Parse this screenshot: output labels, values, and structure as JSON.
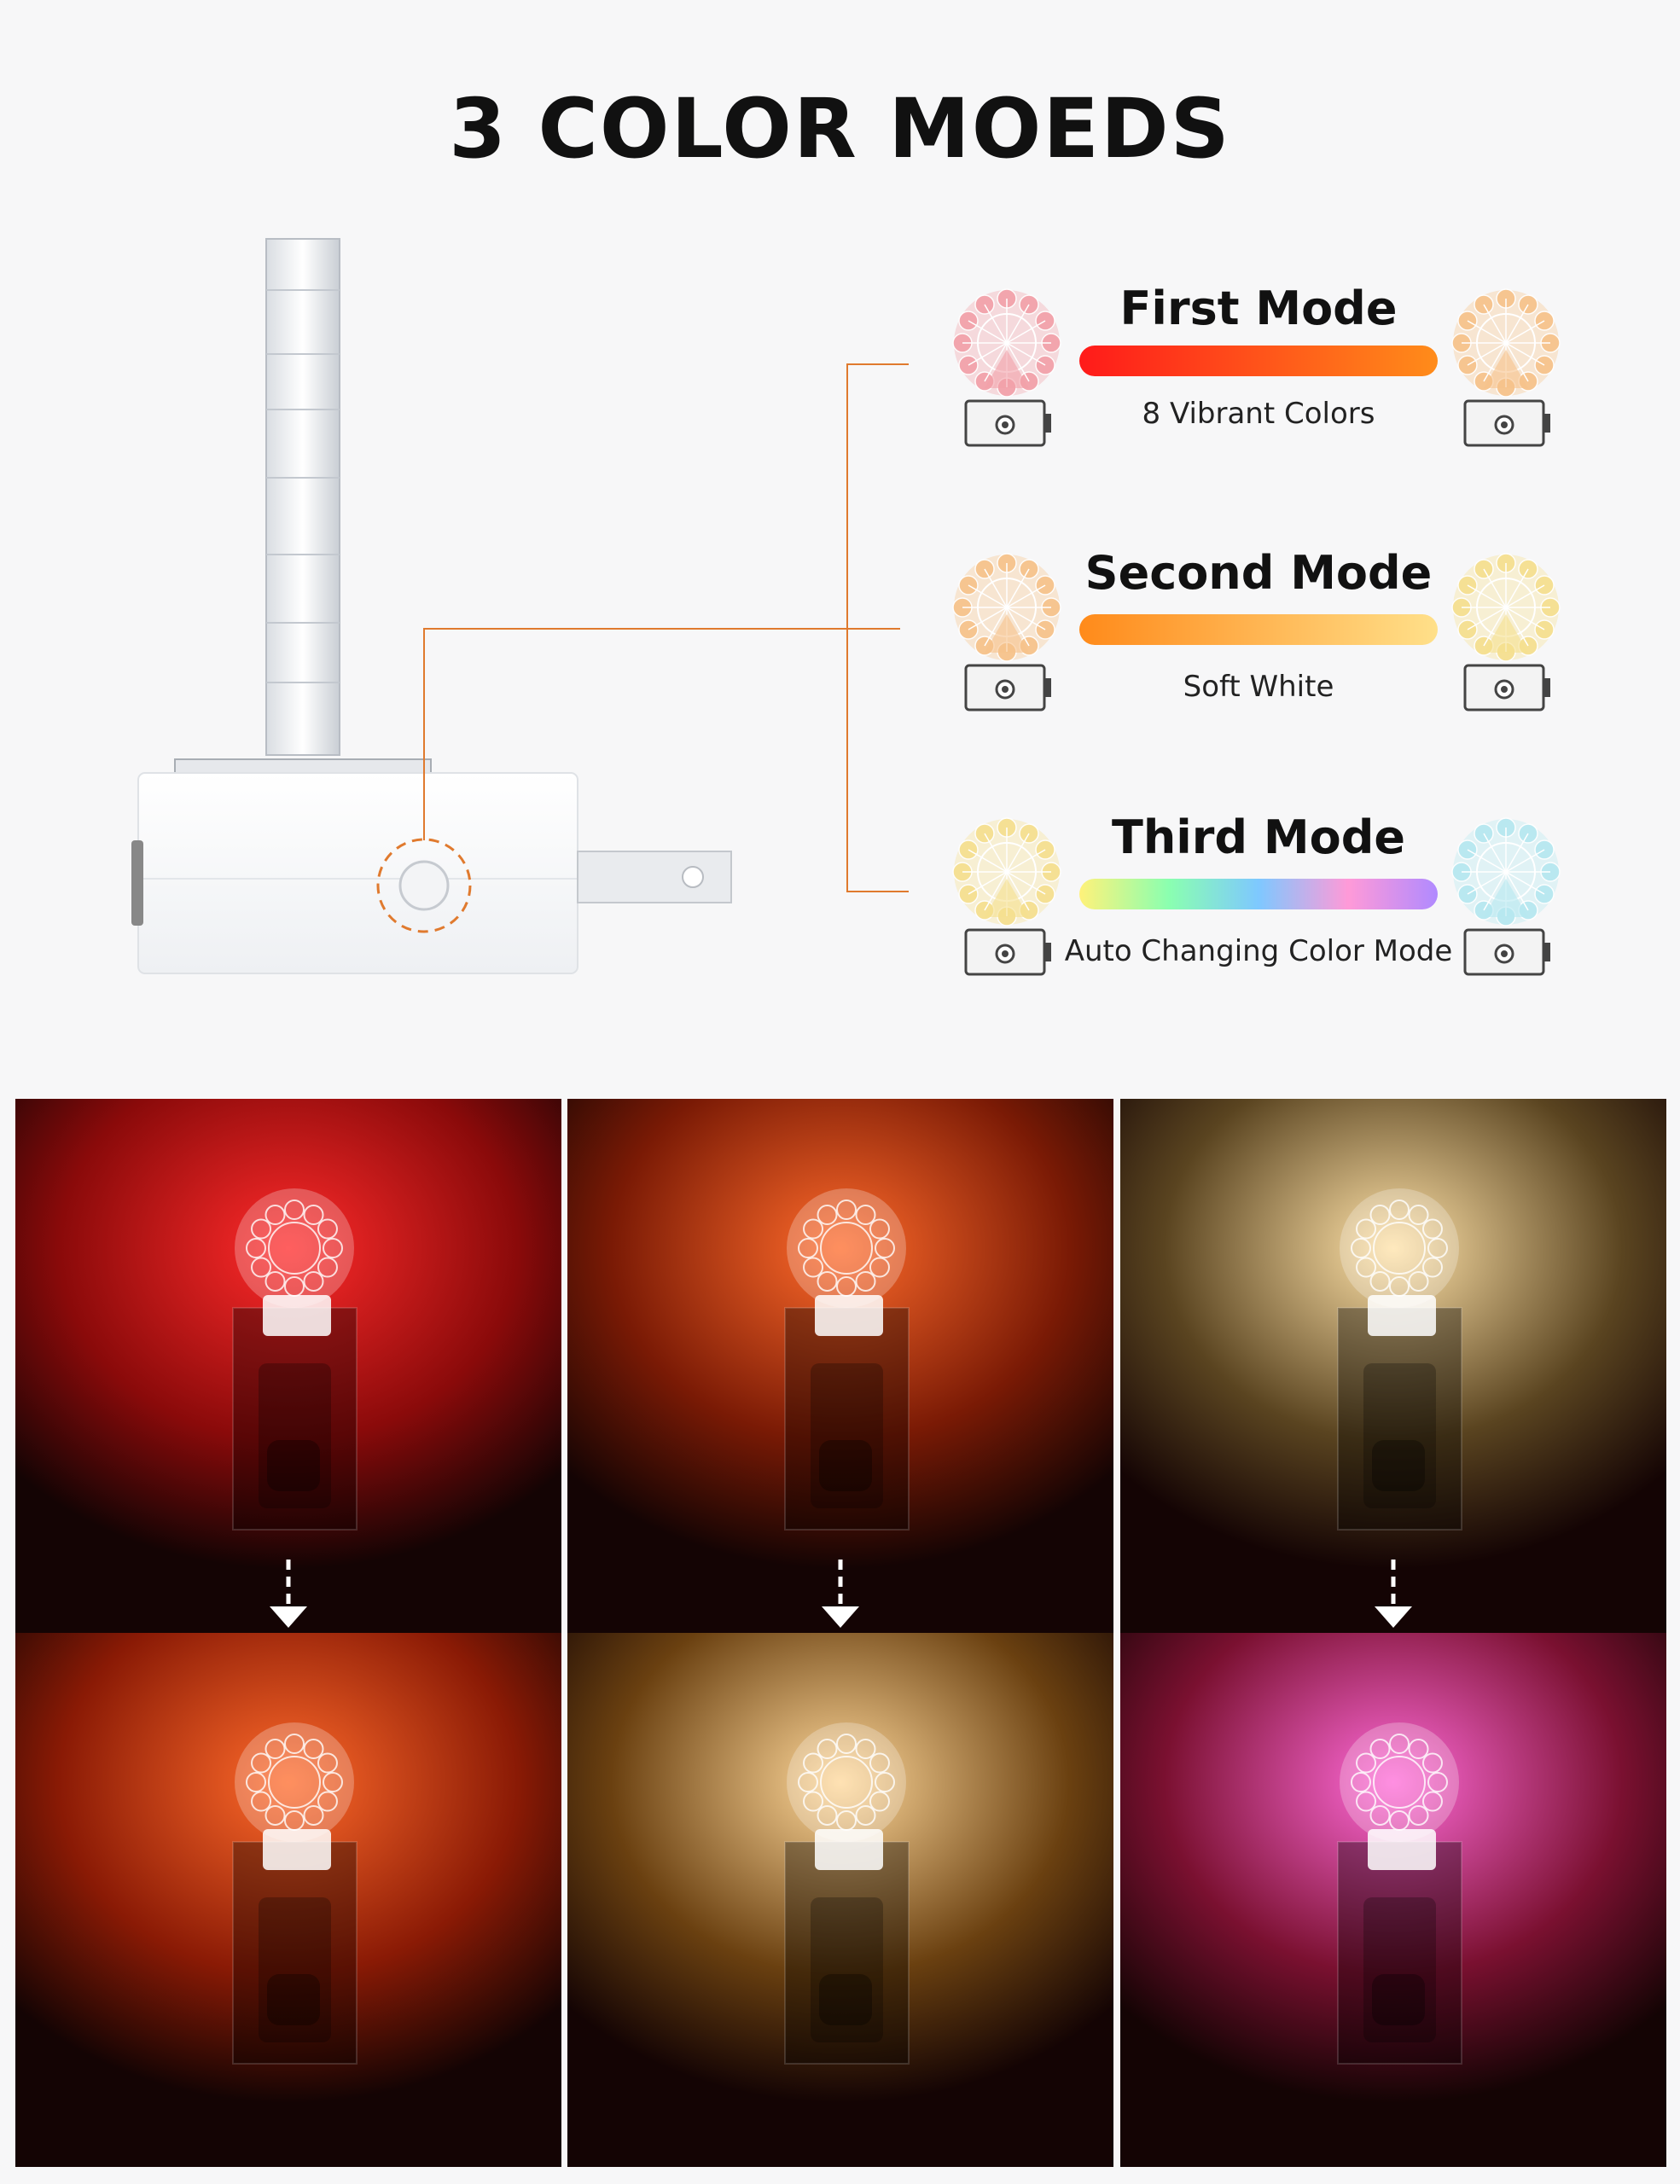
{
  "title": "3 COLOR MOEDS",
  "accent_color": "#e07a2e",
  "modes": [
    {
      "name": "First Mode",
      "subtitle": "8 Vibrant Colors",
      "gradient": [
        "#ff1a1a",
        "#ff8c1a"
      ],
      "lamp_left_color": "#f2a0a8",
      "lamp_right_color": "#f6c28a"
    },
    {
      "name": "Second Mode",
      "subtitle": "Soft White",
      "gradient": [
        "#ff8a1a",
        "#ffe08a"
      ],
      "lamp_left_color": "#f6c28a",
      "lamp_right_color": "#f5df8e"
    },
    {
      "name": "Third Mode",
      "subtitle": "Auto Changing Color Mode",
      "gradient": [
        "#fff27a",
        "#8affb0",
        "#7ec8ff",
        "#ff9ad8",
        "#b08aff"
      ],
      "lamp_left_color": "#f5df8e",
      "lamp_right_color": "#b5e8f0"
    }
  ],
  "photos": [
    {
      "top_glow": "#ff2a2a",
      "top_bg": "#8a0a0a",
      "bottom_glow": "#ff6a2a",
      "bottom_bg": "#8a1a05"
    },
    {
      "top_glow": "#ff6a2a",
      "top_bg": "#7a1a05",
      "bottom_glow": "#ffd89a",
      "bottom_bg": "#6a4010"
    },
    {
      "top_glow": "#ffe2a8",
      "top_bg": "#5a4420",
      "bottom_glow": "#ff6ad8",
      "bottom_bg": "#7a1030"
    }
  ]
}
